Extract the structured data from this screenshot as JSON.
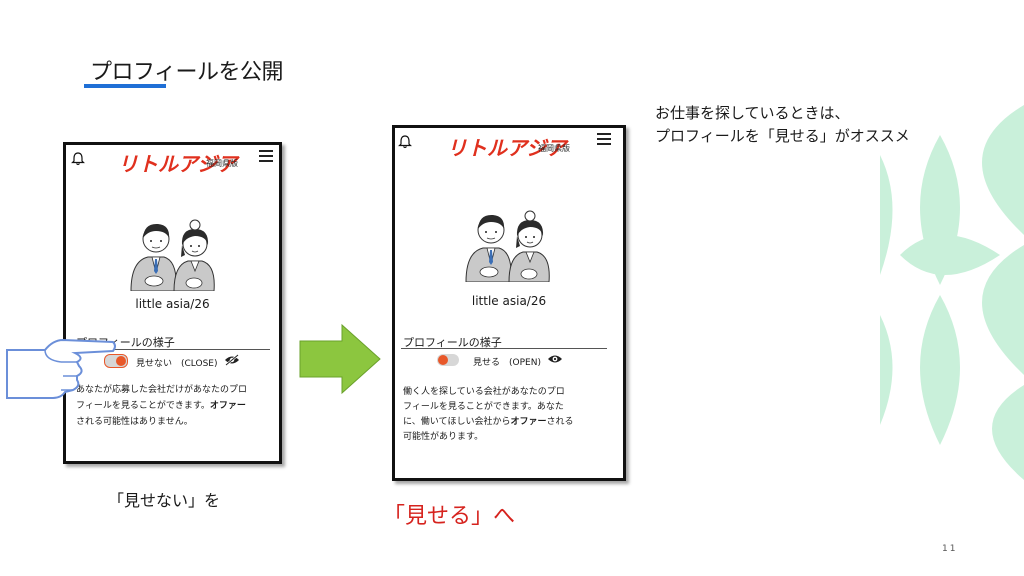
{
  "slide": {
    "title": "プロフィールを公開",
    "right_text_line1": "お仕事を探しているときは、",
    "right_text_line2": "プロフィールを「見せる」がオススメ",
    "caption_before": "「見せない」を",
    "caption_after": "「見せる」へ",
    "page_number": "11"
  },
  "phone_before": {
    "logo": "リトルアジア",
    "region": "福岡県版",
    "user_name": "little asia/26",
    "section_title": "プロフィールの様子",
    "toggle_label": "見せない　(CLOSE)",
    "desc_line1": "あなたが応募した会社だけがあなたのプロ",
    "desc_line2": "フィールを見ることができます。",
    "desc_offer": "オファー",
    "desc_line3": "される可能性はありません。"
  },
  "phone_after": {
    "logo": "リトルアジア",
    "region": "福岡県版",
    "user_name": "little asia/26",
    "section_title": "プロフィールの様子",
    "toggle_label": "見せる　(OPEN)",
    "desc_line1": "働く人を探している会社があなたのプロ",
    "desc_line2": "フィールを見ることができます。あなた",
    "desc_line3a": "に、働いてほしい会社から",
    "desc_offer": "オファー",
    "desc_line3b": "される",
    "desc_line4": "可能性があります。"
  },
  "colors": {
    "accent_blue": "#1f6fd6",
    "logo_red": "#e0301e",
    "caption_red": "#d6231e",
    "toggle_orange": "#e8582a",
    "arrow_green": "#8cc63f",
    "deco_mint": "#c9f0da"
  },
  "icons": {
    "bell": "bell-icon",
    "menu": "hamburger-menu-icon",
    "eye_closed": "eye-slash-icon",
    "eye_open": "eye-icon",
    "arrow": "right-arrow-icon",
    "hand": "pointing-hand-icon"
  }
}
